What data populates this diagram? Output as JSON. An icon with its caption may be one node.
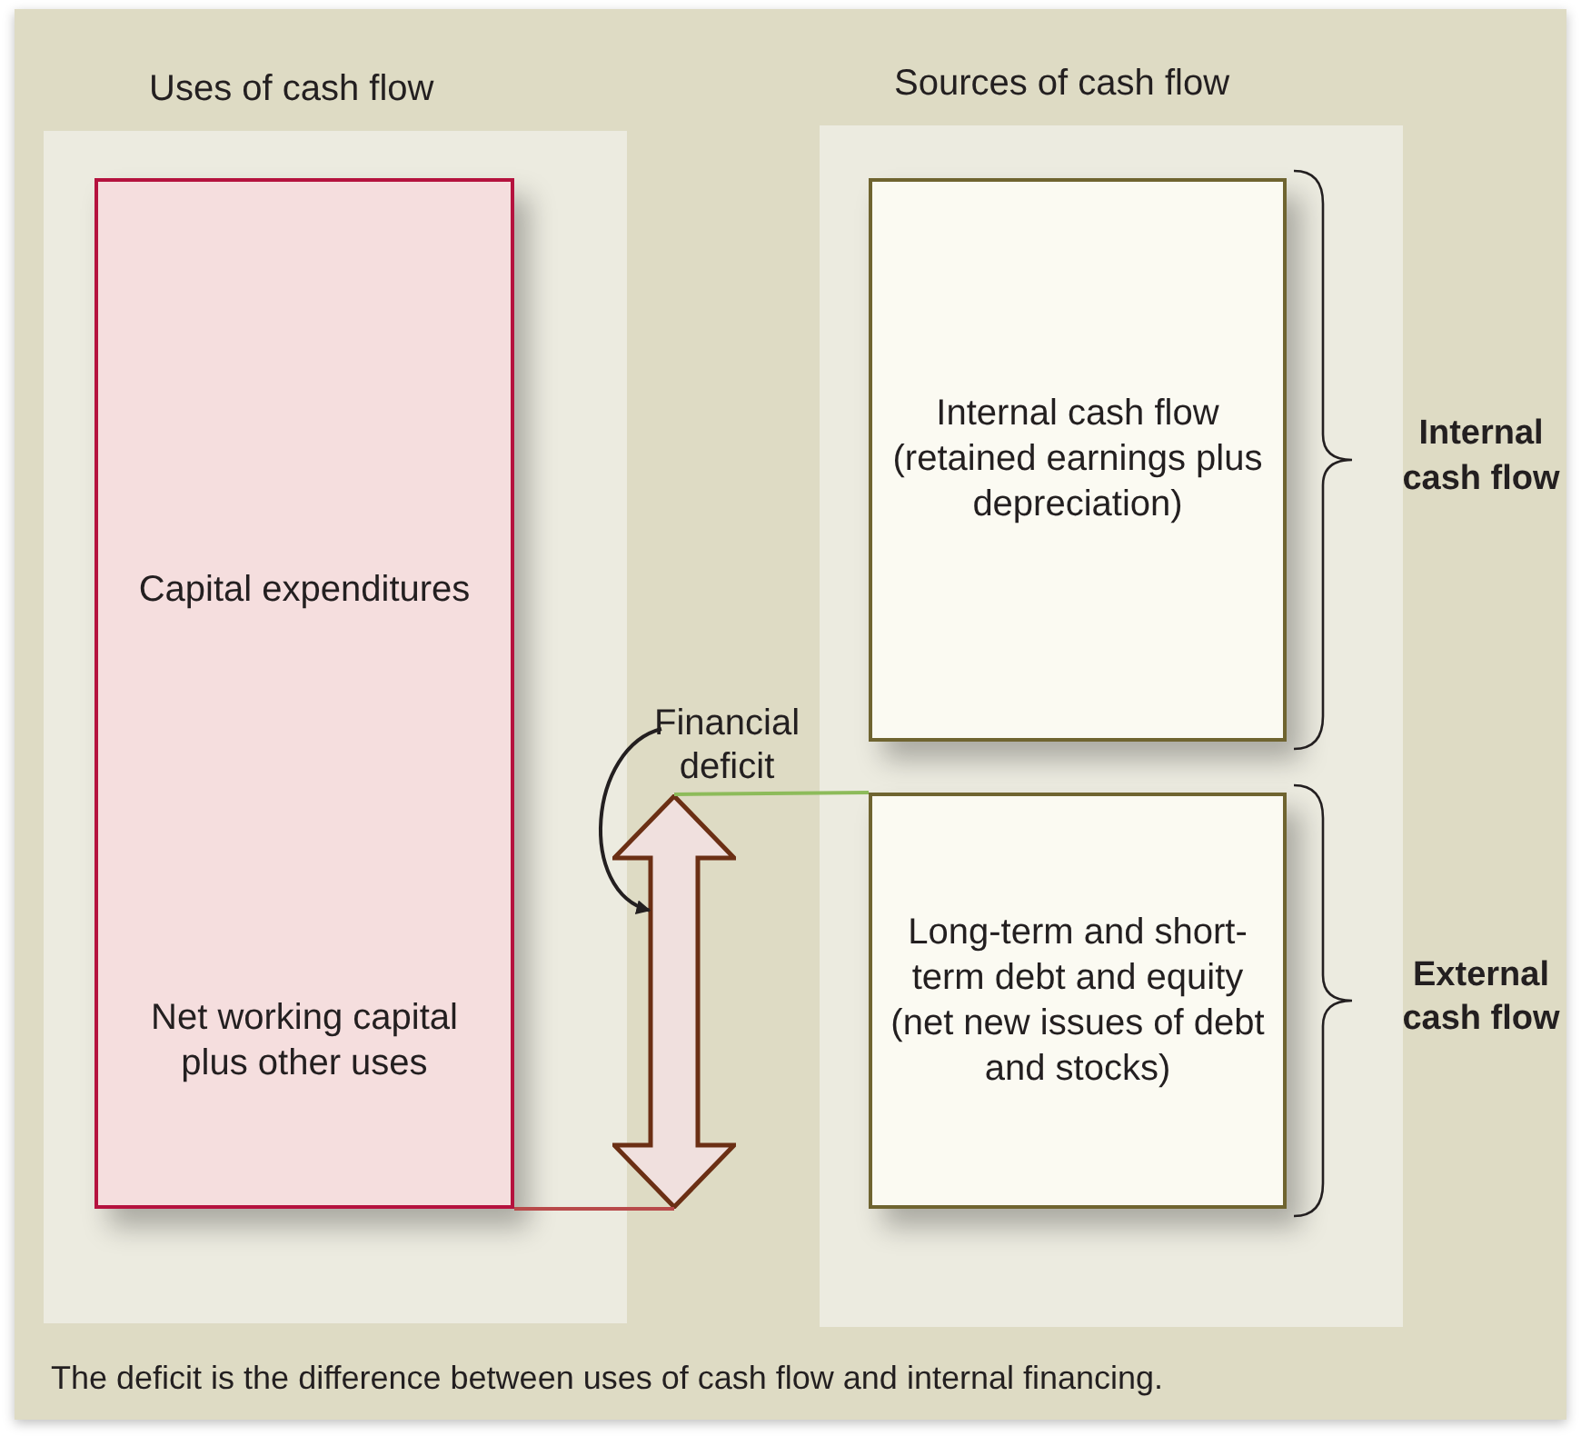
{
  "diagram": {
    "caption": "The deficit is the difference between uses of cash flow and internal financing.",
    "nodes": [
      {
        "text": [
          "Uses of cash flow"
        ]
      },
      {
        "text": [
          "Capital expenditures",
          "Net working capital plus other uses"
        ],
        "in": 0
      },
      {
        "text": [
          "Sources of cash flow"
        ]
      },
      {
        "text": [
          "Internal cash flow (retained earnings plus depreciation)"
        ],
        "in": 2,
        "beside": [
          "Internal cash flow"
        ]
      },
      {
        "text": [
          "Long-term and short-term debt and equity (net new issues of debt and stocks)"
        ],
        "in": 2,
        "beside": [
          "External cash flow"
        ]
      },
      {
        "text": [
          "Financial deficit"
        ]
      },
      {
        "text": [],
        "shape": "arrow"
      }
    ],
    "edges": [
      {
        "from": 5,
        "to": 6,
        "arrow": "to"
      },
      {
        "from": 1,
        "to": 6,
        "arrow": "none",
        "color": "#b84a4a"
      },
      {
        "from": 6,
        "to": 4,
        "arrow": "none",
        "color": "#8dbb5a"
      }
    ]
  }
}
